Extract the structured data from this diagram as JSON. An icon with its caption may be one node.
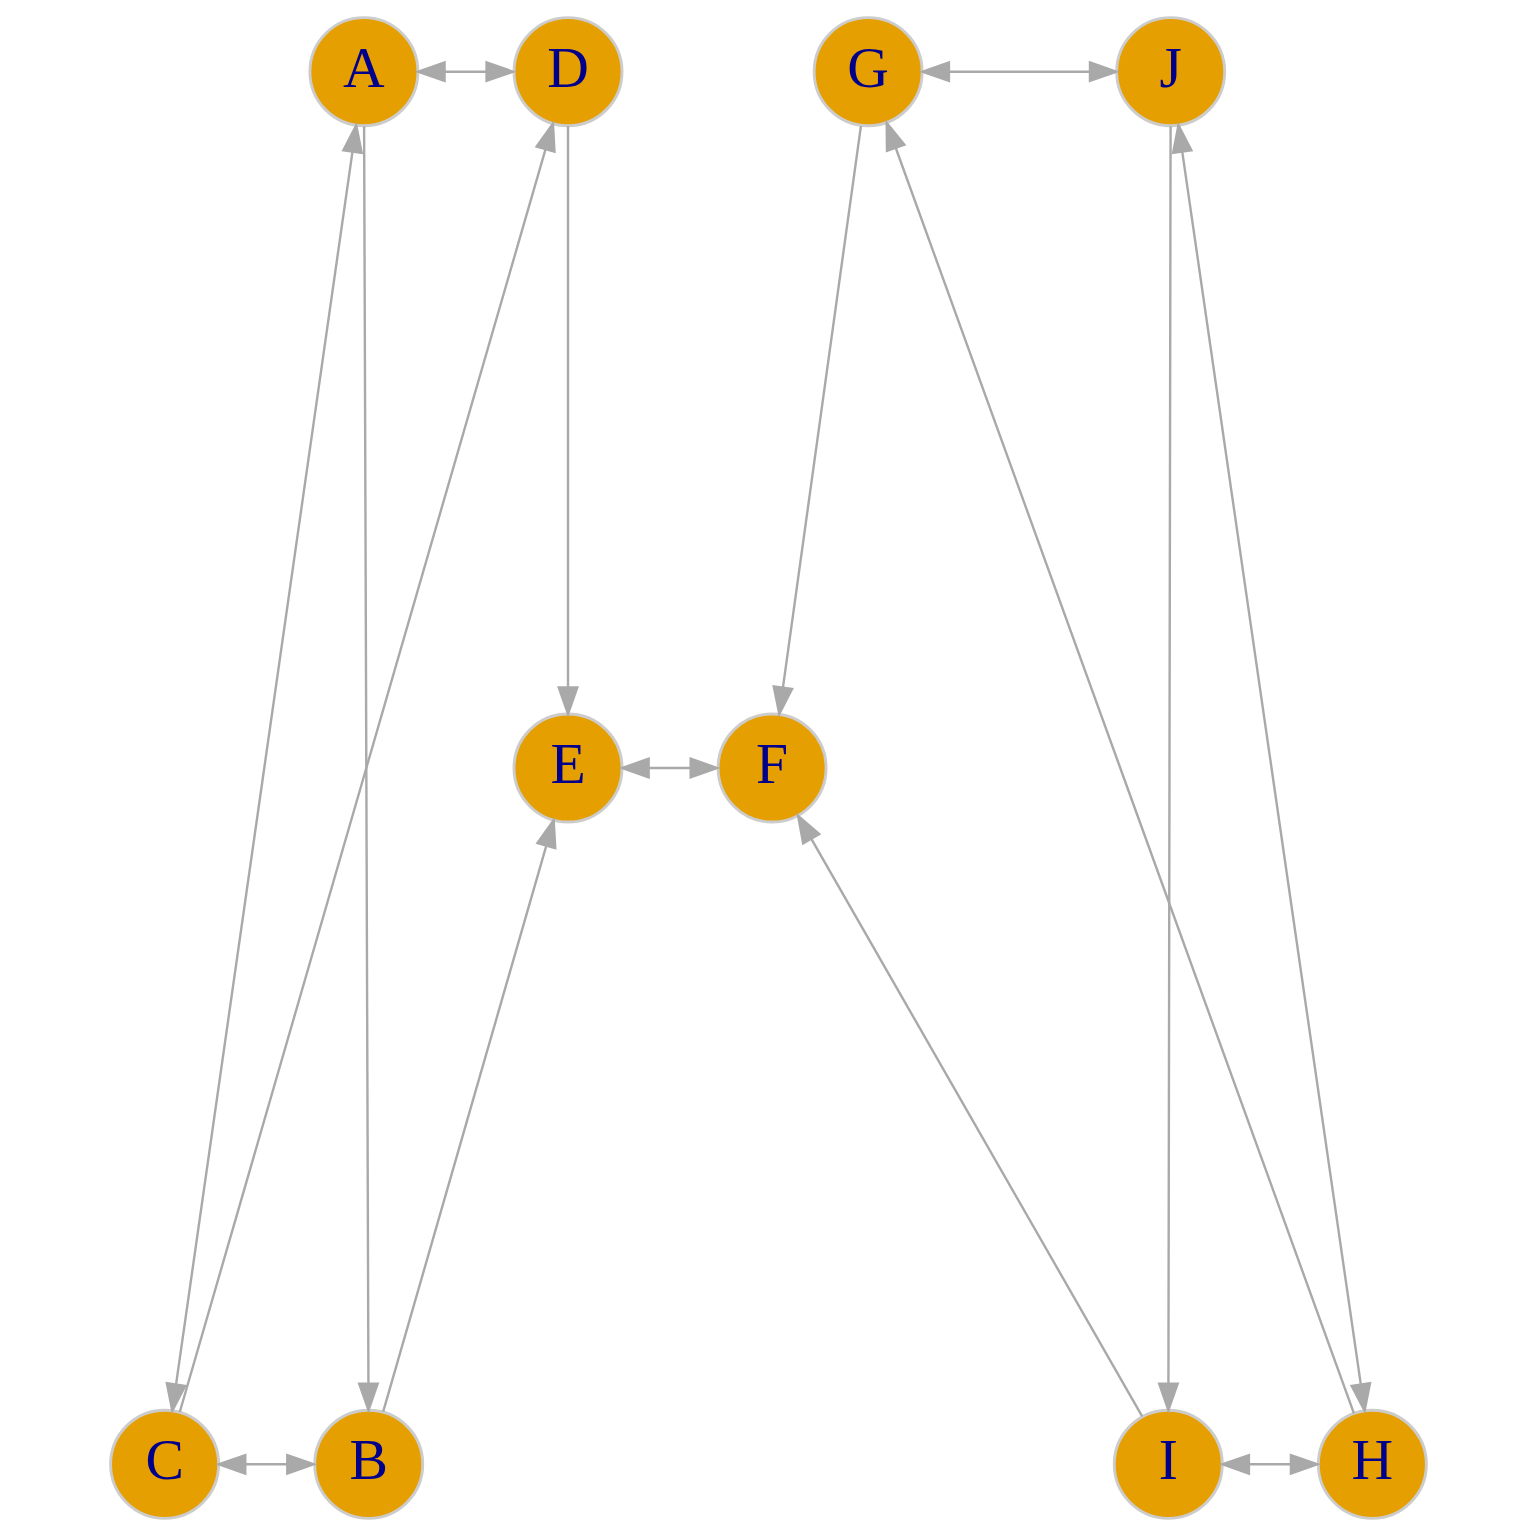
{
  "diagram": {
    "nodes": [
      {
        "text": [
          "A"
        ]
      },
      {
        "text": [
          "B"
        ]
      },
      {
        "text": [
          "C"
        ]
      },
      {
        "text": [
          "D"
        ]
      },
      {
        "text": [
          "E"
        ]
      },
      {
        "text": [
          "F"
        ]
      },
      {
        "text": [
          "G"
        ]
      },
      {
        "text": [
          "H"
        ]
      },
      {
        "text": [
          "I"
        ]
      },
      {
        "text": [
          "J"
        ]
      }
    ],
    "edges": [
      {
        "from": 0,
        "to": 3,
        "arrow": "both"
      },
      {
        "from": 0,
        "to": 2,
        "arrow": "both"
      },
      {
        "from": 0,
        "to": 1,
        "arrow": "to"
      },
      {
        "from": 2,
        "to": 3,
        "arrow": "to"
      },
      {
        "from": 2,
        "to": 1,
        "arrow": "both"
      },
      {
        "from": 3,
        "to": 4,
        "arrow": "to"
      },
      {
        "from": 1,
        "to": 4,
        "arrow": "to"
      },
      {
        "from": 4,
        "to": 5,
        "arrow": "both"
      },
      {
        "from": 6,
        "to": 5,
        "arrow": "to"
      },
      {
        "from": 8,
        "to": 5,
        "arrow": "to"
      },
      {
        "from": 6,
        "to": 9,
        "arrow": "both"
      },
      {
        "from": 7,
        "to": 6,
        "arrow": "to"
      },
      {
        "from": 9,
        "to": 8,
        "arrow": "to"
      },
      {
        "from": 9,
        "to": 7,
        "arrow": "both"
      },
      {
        "from": 8,
        "to": 7,
        "arrow": "both"
      }
    ]
  }
}
